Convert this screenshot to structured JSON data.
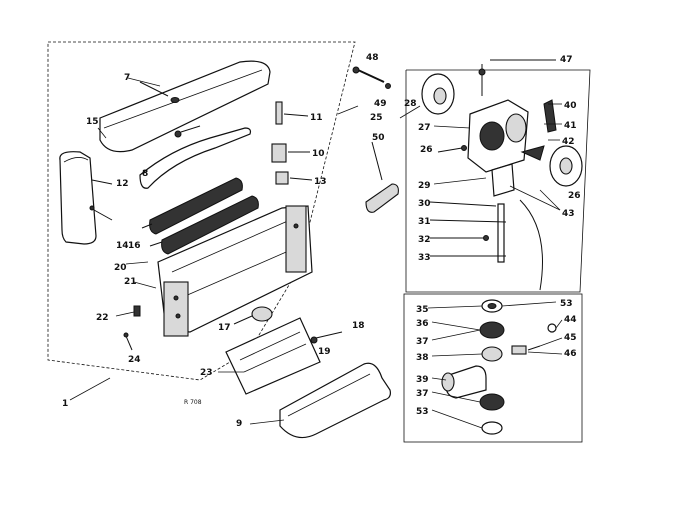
{
  "labels": {
    "l1": "1",
    "l7": "7",
    "l8": "8",
    "l9": "9",
    "l11": "11",
    "l10": "10",
    "l12": "12",
    "l13": "13",
    "l14": "14",
    "l15": "15",
    "l16": "16",
    "l17": "17",
    "l18": "18",
    "l19": "19",
    "l20": "20",
    "l21": "21",
    "l22": "22",
    "l23": "23",
    "l24": "24",
    "l25": "25",
    "l26a": "26",
    "l26b": "26",
    "l27": "27",
    "l28": "28",
    "l29": "29",
    "l30": "30",
    "l31": "31",
    "l32": "32",
    "l33": "33",
    "l35": "35",
    "l36": "36",
    "l37a": "37",
    "l37b": "37",
    "l38": "38",
    "l39": "39",
    "l40": "40",
    "l41": "41",
    "l42": "42",
    "l43": "43",
    "l44": "44",
    "l45": "45",
    "l46": "46",
    "l47": "47",
    "l48": "48",
    "l49": "49",
    "l50": "50",
    "l53a": "53",
    "l53b": "53"
  },
  "footer_note": "R 708"
}
